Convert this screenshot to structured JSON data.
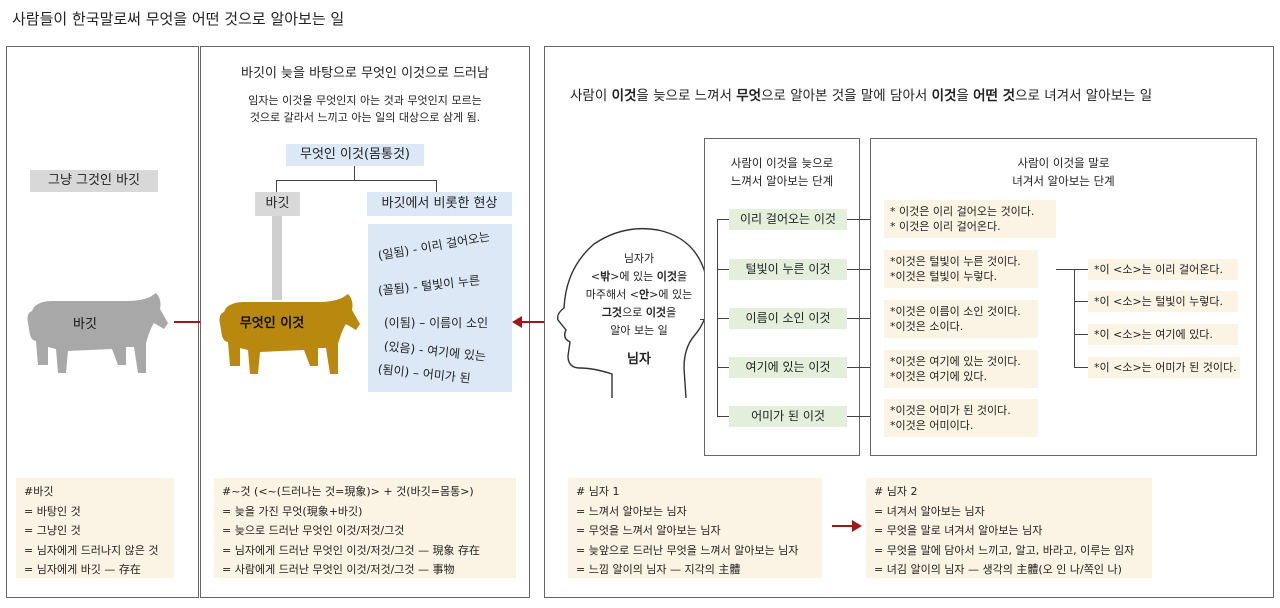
{
  "title": "사람들이 한국말로써 무엇을 어떤 것으로 알아보는 일",
  "panel1": {
    "heading": "그냥 그것인 바깃",
    "cow_label": "바깃",
    "note": [
      "#바깃",
      "= 바탕인 것",
      "= 그냥인 것",
      "= 님자에게 드러나지 않은 것",
      "= 님자에게 바깃 — 存在"
    ]
  },
  "panel2": {
    "heading": "바깃이 늦을 바탕으로 무엇인 이것으로 드러남",
    "sub1": "임자는 이것을 무엇인지 아는 것과 무엇인지 모르는",
    "sub2": "것으로 갈라서 느끼고 아는 일의 대상으로 삼게 됨.",
    "top_box": "무엇인 이것(몸통것)",
    "left_box": "바깃",
    "right_box": "바깃에서 비롯한 현상",
    "cow_label": "무엇인 이것",
    "phen": [
      "(일됨) - 이리 걸어오는",
      "(꼴됨) - 털빛이 누른",
      "(이됨) – 이름이 소인",
      "(있음) - 여기에 있는",
      "(됨이) – 어미가 된"
    ],
    "note": [
      "#~것 (<~(드러나는 것=現象)> + 것(바깃=몸통>)",
      "= 늦을 가진 무엇(現象+바깃)",
      "= 늦으로 드러난 무엇인 이것/저것/그것",
      "=  님자에게 드러난 무엇인 이것/저것/그것 — 現象 存在",
      "=  사람에게 드러난 무엇인 이것/저것/그것  — 事物"
    ]
  },
  "panel3": {
    "heading_parts": [
      "사람이 ",
      "이것",
      "을 늦으로 느껴서 ",
      "무엇",
      "으로 알아본 것을 말에 담아서 ",
      "이것",
      "을 ",
      "어떤 것",
      "으로 녀겨서 알아보는 일"
    ],
    "head": {
      "l1a": "님자가",
      "l2a": "<",
      "l2b": "밖",
      "l2c": ">에 있는 ",
      "l2d": "이것",
      "l2e": "을",
      "l3a": "마주해서 <",
      "l3b": "안",
      "l3c": ">에 있는",
      "l4a": "그것",
      "l4b": "으로 ",
      "l4c": "이것",
      "l4d": "을",
      "l5": "알아 보는 일",
      "label": "님자"
    },
    "stage1_title": [
      "사람이 이것을 늦으로",
      "느껴서 알아보는 단계"
    ],
    "stage1_items": [
      "이리 걸어오는 이것",
      "털빛이 누른 이것",
      "이름이 소인 이것",
      "여기에 있는 이것",
      "어미가 된 이것"
    ],
    "stage2_title": [
      "사람이  이것을  말로",
      "녀겨서  알아보는 단계"
    ],
    "stage2_items": [
      [
        "* 이것은 이리 걸어오는 것이다.",
        "* 이것은 이리 걸어온다."
      ],
      [
        "*이것은 털빛이 누른 것이다.",
        "*이것은 털빛이 누렇다."
      ],
      [
        "*이것은 이름이 소인 것이다.",
        "*이것은 소이다."
      ],
      [
        "*이것은 여기에 있는 것이다.",
        "*이것은 여기에 있다."
      ],
      [
        "*이것은 어미가 된 것이다.",
        "*이것은 어미이다."
      ]
    ],
    "so_items": [
      "*이 <소>는 이리 걸어온다.",
      "*이 <소>는 털빛이 누렇다.",
      "*이 <소>는 여기에 있다.",
      "*이 <소>는 어미가 된 것이다."
    ],
    "note1": [
      "# 님자 1",
      "= 느껴서 알아보는 님자",
      "= 무엇을 느껴서 알아보는 님자",
      "= 늦앞으로 드러난 무엇을 느껴서 알아보는 님자",
      "= 느낌 알이의 님자 —  지각의 主體"
    ],
    "note2": [
      "# 님자 2",
      "= 녀겨서 알아보는 님자",
      "= 무엇을 말로 녀겨서  알아보는 님자",
      "= 무엇을 말에 담아서 느끼고, 알고, 바라고, 이루는 임자",
      "= 녀김 알이의 님자 —  생각의 主體(오 인 나/쪽인  나)"
    ]
  },
  "colors": {
    "accent_red": "#a0181c",
    "cow_grey": "#a8a8a8",
    "cow_gold": "#b8890e",
    "phen_blue": "#dce8f5",
    "stage_green": "#e3eedb",
    "item_cream": "#fbf3e3"
  }
}
